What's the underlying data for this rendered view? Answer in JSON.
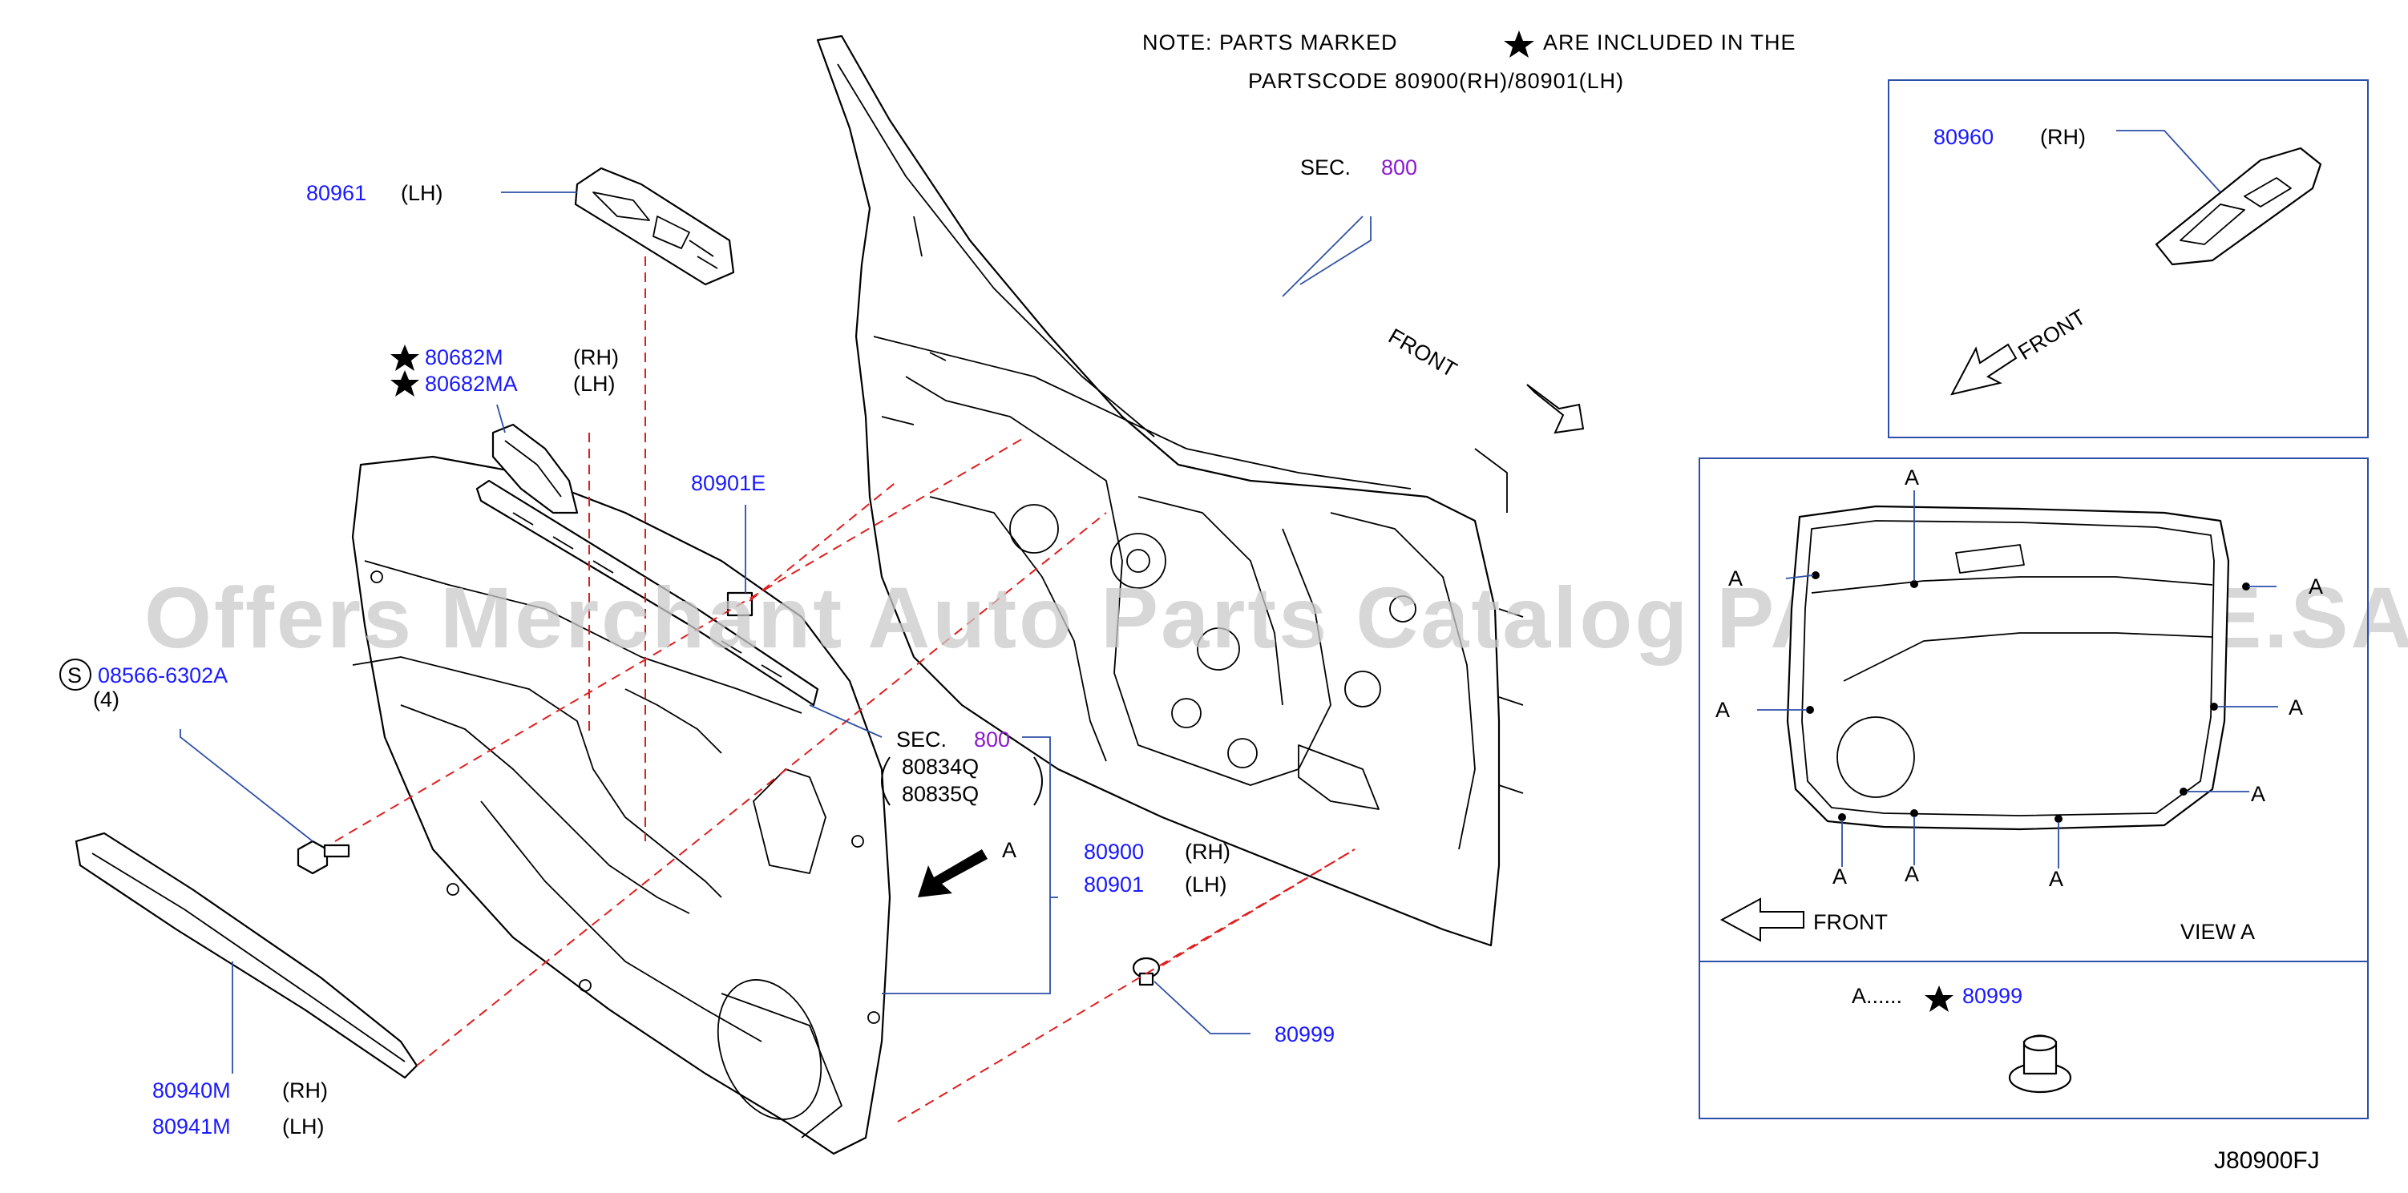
{
  "diagram_code": "J80900FJ",
  "watermark": "Offers Merchant Auto Parts Catalog PARTSTORE.SA",
  "note": {
    "line1_a": "NOTE:  PARTS  MARKED",
    "line1_b": "ARE  INCLUDED  IN  THE",
    "line2": "PARTSCODE  80900(RH)/80901(LH)"
  },
  "sec_refs": [
    {
      "prefix": "SEC.",
      "num": "800"
    },
    {
      "prefix": "SEC.",
      "num": "800"
    }
  ],
  "direction": {
    "front": "FRONT",
    "view_arrow_label": "A",
    "view_label": "VIEW   A"
  },
  "parts": {
    "p80961": {
      "code": "80961",
      "side": "(LH)"
    },
    "p80960": {
      "code": "80960",
      "side": "(RH)"
    },
    "p80682M": {
      "code": "80682M",
      "side": "(RH)"
    },
    "p80682MA": {
      "code": "80682MA",
      "side": "(LH)"
    },
    "p80901E": {
      "code": "80901E"
    },
    "p08566": {
      "prefix": "S",
      "code": "08566-6302A",
      "qty": "(4)"
    },
    "p80834Q": {
      "code": "80834Q"
    },
    "p80835Q": {
      "code": "80835Q"
    },
    "p80900": {
      "code": "80900",
      "side": "(RH)"
    },
    "p80901": {
      "code": "80901",
      "side": "(LH)"
    },
    "p80940M": {
      "code": "80940M",
      "side": "(RH)"
    },
    "p80941M": {
      "code": "80941M",
      "side": "(LH)"
    },
    "p80999": {
      "code": "80999"
    }
  },
  "view_a": {
    "point_label": "A",
    "legend_prefix": "A......",
    "legend_code": "80999"
  },
  "colors": {
    "part_number": "#1a1aff",
    "section_number": "#8a1acc",
    "leader": "#2d4fa8",
    "dashed": "#e01e1e"
  }
}
